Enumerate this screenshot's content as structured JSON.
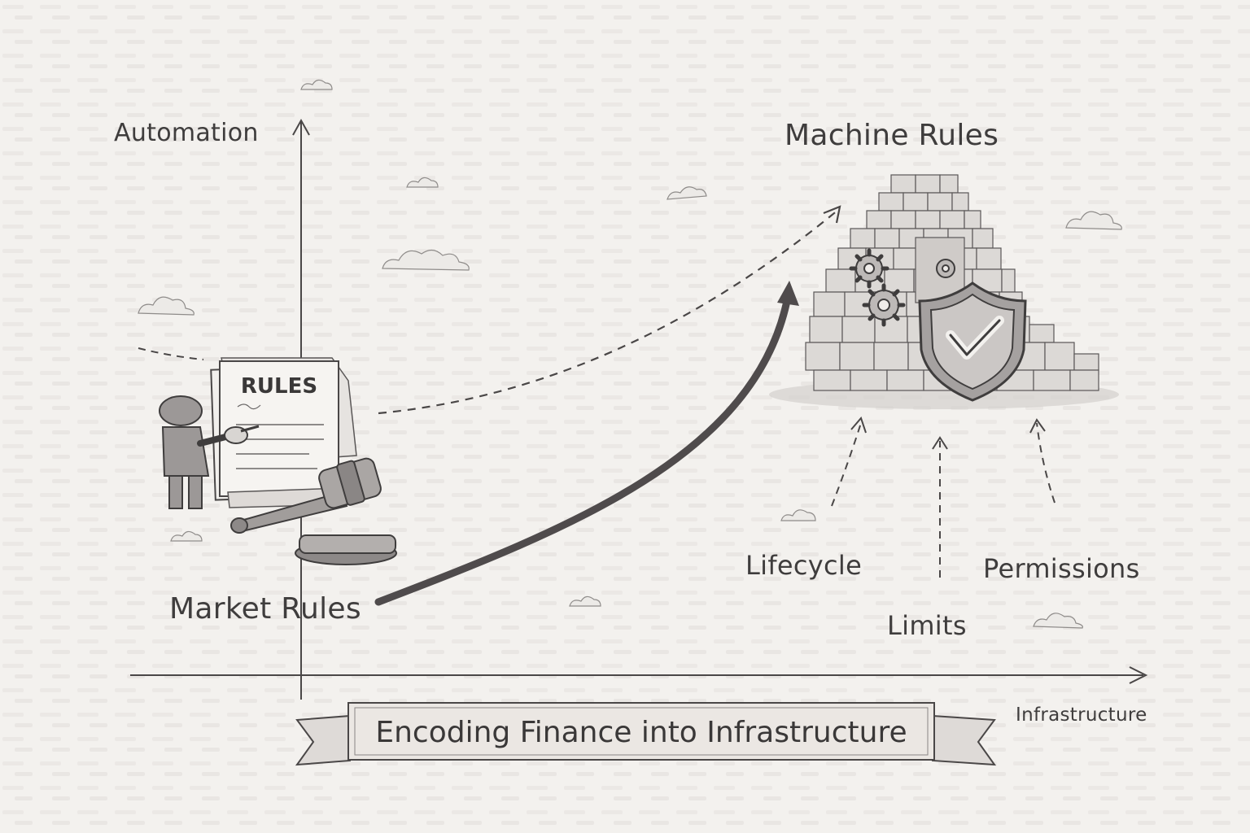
{
  "axes": {
    "y_label": "Automation",
    "x_label": "Infrastructure"
  },
  "left_scene": {
    "document_label": "RULES",
    "caption": "Market Rules"
  },
  "right_scene": {
    "caption": "Machine Rules",
    "inputs": [
      "Lifecycle",
      "Limits",
      "Permissions"
    ]
  },
  "banner": {
    "title": "Encoding Finance into Infrastructure"
  },
  "palette": {
    "ink": "#3f3d3d",
    "paper": "#f3f1ee",
    "shade": "#c9c6c3"
  },
  "icons": [
    "person-icon",
    "rules-document-icon",
    "gavel-icon",
    "block-stack-icon",
    "gear-icon",
    "shield-check-icon",
    "cloud-icon"
  ]
}
